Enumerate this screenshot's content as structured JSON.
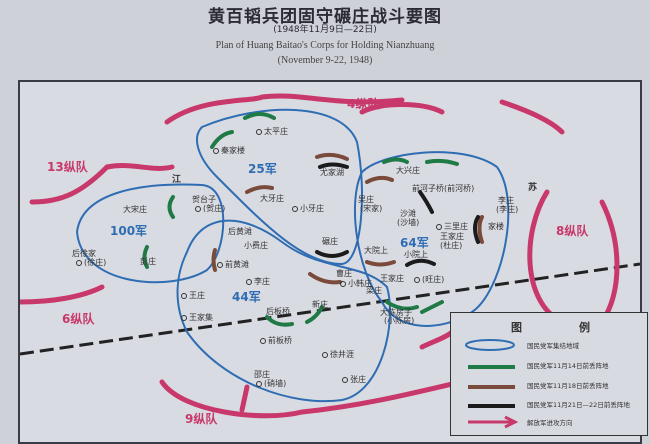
{
  "title": {
    "zh": "黄百韬兵团固守碾庄战斗要图",
    "zh_date": "(1948年11月9日—22日)",
    "en": "Plan of Huang Baitao's Corps for Holding Nianzhuang",
    "en_date": "(November 9-22, 1948)"
  },
  "corps": [
    "25军",
    "100军",
    "44军",
    "64军"
  ],
  "columns": [
    "4纵队",
    "13纵队",
    "苏",
    "8纵队",
    "6纵队",
    "9纵队",
    "江"
  ],
  "places": [
    "太平庄",
    "秦家楼",
    "尤家湖",
    "大牙庄",
    "小牙庄",
    "大宋庄",
    "贺台子",
    "(贺庄)",
    "后徐家",
    "(徐庄)",
    "彭庄",
    "后黄滩",
    "小费庄",
    "前黄滩",
    "碾庄",
    "李庄",
    "曹庄",
    "小韩庄",
    "王庄",
    "王家集",
    "后板桥",
    "新庄",
    "前板桥",
    "徐井涯",
    "邵庄",
    "(硝墙)",
    "张庄",
    "大兴庄",
    "前河子桥(前河桥)",
    "吴庄",
    "(宋家)",
    "沙滩",
    "(沙墙)",
    "李庄",
    "(李庄)",
    "三里庄",
    "王家庄",
    "(杜庄)",
    "家楼",
    "大院上",
    "小院上",
    "王家庄",
    "(旺庄)",
    "梁庄",
    "大陈房子",
    "(小陈房)"
  ],
  "legend": {
    "title_a": "图",
    "title_b": "例",
    "items": [
      "国民党军集结地域",
      "国民党军11月14日前丢阵地",
      "国民党军11月18日前丢阵地",
      "国民党军11月21日—22日前丢阵地",
      "解放军进攻方向"
    ]
  },
  "colors": {
    "zone": "#2f6db3",
    "arrow": "#c8386a",
    "green": "#1f7a46",
    "brown": "#7a4a3a",
    "black": "#1b1b1b"
  }
}
